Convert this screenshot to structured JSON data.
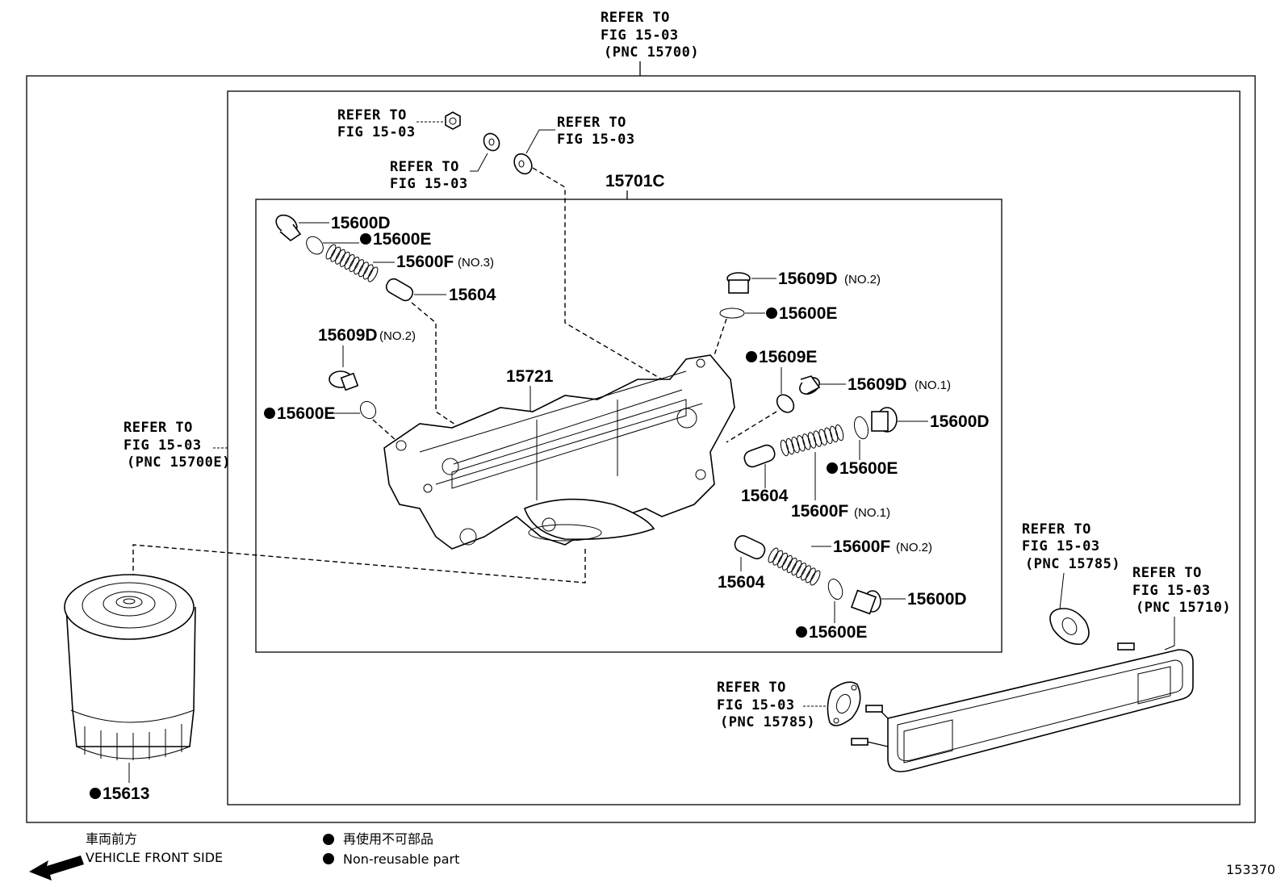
{
  "refs": {
    "top": [
      "REFER TO",
      "FIG 15-03",
      "(PNC 15700)"
    ],
    "nut": [
      "REFER TO",
      "FIG 15-03"
    ],
    "washer_a": [
      "REFER TO",
      "FIG 15-03"
    ],
    "washer_b": [
      "REFER TO",
      "FIG 15-03"
    ],
    "left": [
      "REFER TO",
      "FIG 15-03",
      "(PNC 15700E)"
    ],
    "gasket_upper": [
      "REFER TO",
      "FIG 15-03",
      "(PNC 15785)"
    ],
    "gasket_lower": [
      "REFER TO",
      "FIG 15-03",
      "(PNC 15785)"
    ],
    "cooler": [
      "REFER TO",
      "FIG 15-03",
      "(PNC 15710)"
    ]
  },
  "parts": {
    "p15701C": "15701C",
    "p15721": "15721",
    "p15600D_a": "15600D",
    "p15600E_a": "15600E",
    "p15600F_a": "15600F",
    "p15600F_a_sub": "(NO.3)",
    "p15604_a": "15604",
    "p15609D_a": "15609D",
    "p15609D_a_sub": "(NO.2)",
    "p15600E_b": "15600E",
    "p15609D_b": "15609D",
    "p15609D_b_sub": "(NO.2)",
    "p15600E_c": "15600E",
    "p15609E": "15609E",
    "p15609D_c": "15609D",
    "p15609D_c_sub": "(NO.1)",
    "p15600D_b": "15600D",
    "p15600E_d": "15600E",
    "p15604_b": "15604",
    "p15600F_b": "15600F",
    "p15600F_b_sub": "(NO.1)",
    "p15600F_c": "15600F",
    "p15600F_c_sub": "(NO.2)",
    "p15604_c": "15604",
    "p15600D_c": "15600D",
    "p15600E_e": "15600E",
    "p15613": "15613"
  },
  "legend": {
    "front_jp": "車両前方",
    "front_en": "VEHICLE FRONT SIDE",
    "nonreuse_jp": "再使用不可部品",
    "nonreuse_en": "Non-reusable part"
  },
  "figure_id": "153370"
}
